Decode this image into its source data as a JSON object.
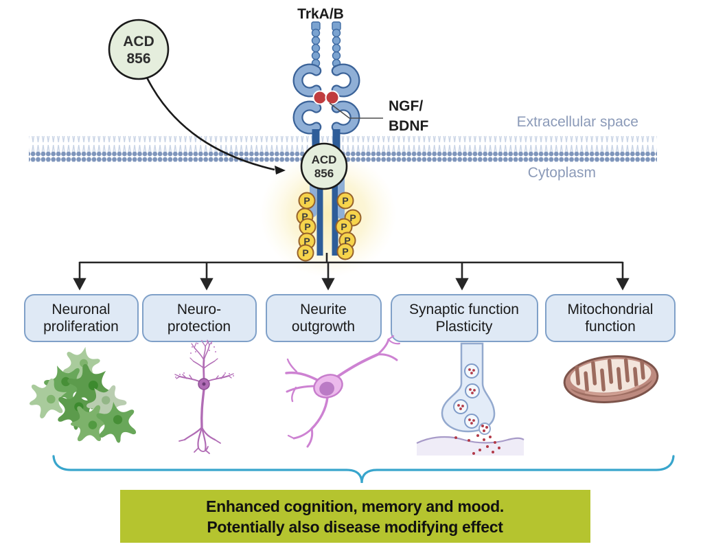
{
  "receptor": {
    "label": "TrkA/B"
  },
  "compound": {
    "line1": "ACD",
    "line2": "856"
  },
  "ligand": {
    "label_line1": "NGF/",
    "label_line2": "BDNF"
  },
  "membrane": {
    "extracellular_label": "Extracellular space",
    "cytoplasm_label": "Cytoplasm"
  },
  "phosphorylation": {
    "symbol": "P"
  },
  "pathways": [
    {
      "line1": "Neuronal",
      "line2": "proliferation",
      "illustration": "proliferating-cells"
    },
    {
      "line1": "Neuro-",
      "line2": "protection",
      "illustration": "pyramidal-neuron"
    },
    {
      "line1": "Neurite",
      "line2": "outgrowth",
      "illustration": "neuron-with-neurites"
    },
    {
      "line1": "Synaptic function",
      "line2": "Plasticity",
      "illustration": "synapse-vesicle-release"
    },
    {
      "line1": "Mitochondrial",
      "line2": "function",
      "illustration": "mitochondrion"
    }
  ],
  "outcome": {
    "line1": "Enhanced cognition, memory and mood.",
    "line2": "Potentially also disease modifying effect"
  },
  "colors": {
    "compound_fill": "#e5eedd",
    "receptor_light_blue": "#8fafd6",
    "receptor_dark_blue": "#2e5d99",
    "receptor_outline": "#3a6298",
    "ligand_red": "#c03c3e",
    "phospho_yellow": "#f6d44c",
    "phospho_ring": "#96622c",
    "membrane_head": "#7e95bb",
    "membrane_tail": "#c5d1e4",
    "slate_label": "#8b9ab8",
    "pathway_box_fill": "#dfe9f5",
    "pathway_box_border": "#7fa0c8",
    "arrow_black": "#262626",
    "brace_teal": "#38a5cc",
    "outcome_green": "#b5c42f",
    "glow_yellow": "#fbf0c0"
  }
}
